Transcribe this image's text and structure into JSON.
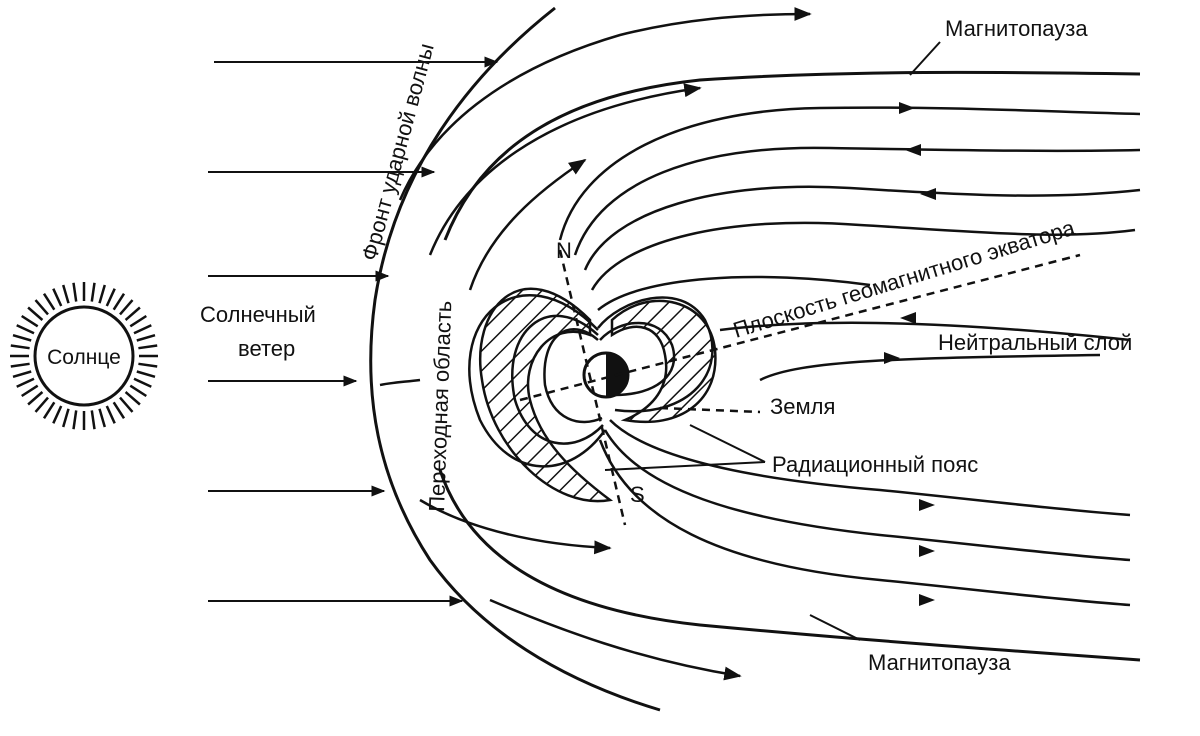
{
  "labels": {
    "sun": "Солнце",
    "solar_wind_line1": "Солнечный",
    "solar_wind_line2": "ветер",
    "shock_front": "Фронт ударной волны",
    "transition_region": "Переходная область",
    "magnetopause_top": "Магнитопауза",
    "magnetopause_bottom": "Магнитопауза",
    "equator_plane": "Плоскость геомагнитного экватора",
    "neutral_layer": "Нейтральный слой",
    "earth": "Земля",
    "radiation_belt": "Радиационный пояс",
    "north_pole": "N",
    "south_pole": "S"
  },
  "colors": {
    "ink": "#111111",
    "background": "#ffffff"
  }
}
